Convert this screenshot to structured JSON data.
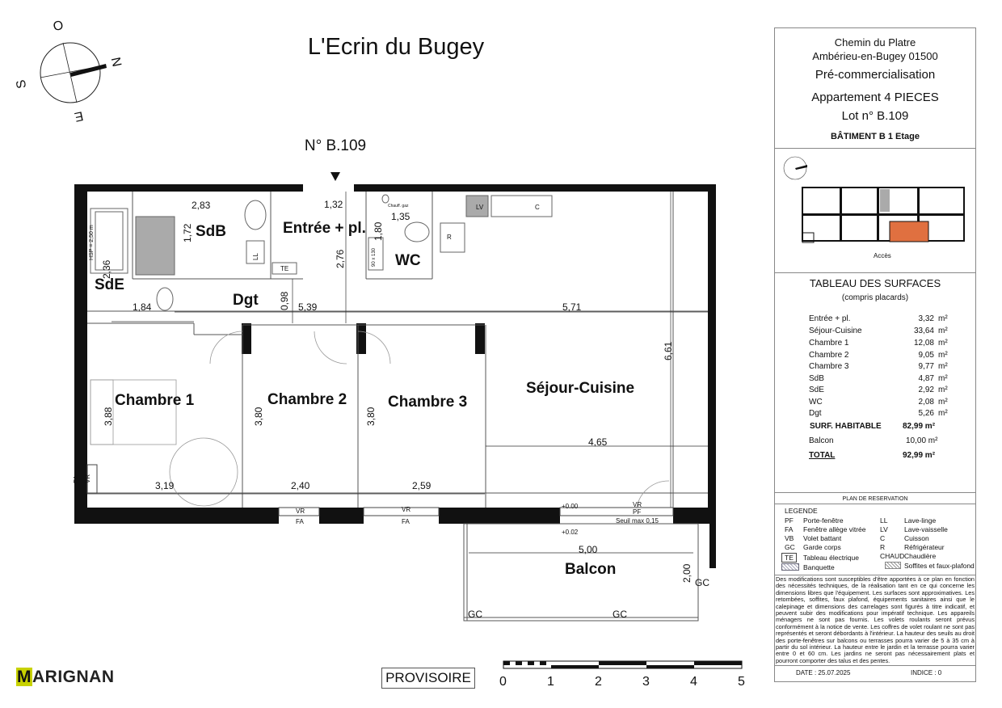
{
  "title": "L'Ecrin du Bugey",
  "lot_label": "N° B.109",
  "compass": {
    "o": "O",
    "n": "N",
    "s": "S",
    "e": "E"
  },
  "rooms": {
    "sde": "SdE",
    "sdb": "SdB",
    "entree": "Entrée + pl.",
    "wc": "WC",
    "dgt": "Dgt",
    "ch1": "Chambre 1",
    "ch2": "Chambre 2",
    "ch3": "Chambre 3",
    "sejour": "Séjour-Cuisine",
    "balcon": "Balcon"
  },
  "dims": {
    "d283": "2,83",
    "d132": "1,32",
    "d135": "1,35",
    "d172": "1,72",
    "d180": "1,80",
    "d236": "2,36",
    "d276": "2,76",
    "d098": "0,98",
    "d184": "1,84",
    "d539": "5,39",
    "d571": "5,71",
    "d661": "6,61",
    "d388": "3,88",
    "d380a": "3,80",
    "d380b": "3,80",
    "d465": "4,65",
    "d319": "3,19",
    "d240": "2,40",
    "d259": "2,59",
    "d500": "5,00",
    "d200": "2,00"
  },
  "fixtures": {
    "lv": "LV",
    "c": "C",
    "r": "R",
    "ll": "LL",
    "te": "TE",
    "hsp": "HSP = 2,50 m",
    "wc_box": "90 x 130",
    "chauff": "Chauff. gaz",
    "fa1": "FA",
    "fa2": "FA",
    "fa3": "FA",
    "vr1": "VR",
    "vr2": "VR",
    "vr3": "VR",
    "vr4": "VR",
    "pf": "PF",
    "seuil": "Seuil max 0,15",
    "lvl1": "+0.00",
    "lvl2": "+0.02",
    "gc1": "GC",
    "gc2": "GC",
    "gc3": "GC"
  },
  "panel": {
    "address1": "Chemin du Platre",
    "address2": "Ambérieu-en-Bugey 01500",
    "status": "Pré-commercialisation",
    "apt": "Appartement 4 PIECES",
    "lot": "Lot n° B.109",
    "building": "BÂTIMENT B 1 Etage",
    "acces": "Accès",
    "table_title": "TABLEAU DES SURFACES",
    "table_sub": "(compris placards)",
    "rows": [
      {
        "label": "Entrée + pl.",
        "value": "3,32",
        "unit": "m²"
      },
      {
        "label": "Séjour-Cuisine",
        "value": "33,64",
        "unit": "m²"
      },
      {
        "label": "Chambre 1",
        "value": "12,08",
        "unit": "m²"
      },
      {
        "label": "Chambre 2",
        "value": "9,05",
        "unit": "m²"
      },
      {
        "label": "Chambre 3",
        "value": "9,77",
        "unit": "m²"
      },
      {
        "label": "SdB",
        "value": "4,87",
        "unit": "m²"
      },
      {
        "label": "SdE",
        "value": "2,92",
        "unit": "m²"
      },
      {
        "label": "WC",
        "value": "2,08",
        "unit": "m²"
      },
      {
        "label": "Dgt",
        "value": "5,26",
        "unit": "m²"
      }
    ],
    "surf_label": "SURF. HABITABLE",
    "surf_value": "82,99 m²",
    "balcon_label": "Balcon",
    "balcon_value": "10,00 m²",
    "total_label": "TOTAL",
    "total_value": "92,99 m²",
    "plan_label": "PLAN DE RESERVATION",
    "legend_title": "LEGENDE",
    "legend_left": [
      {
        "code": "PF",
        "text": "Porte-fenêtre"
      },
      {
        "code": "FA",
        "text": "Fenêtre allège vitrée"
      },
      {
        "code": "VB",
        "text": "Volet battant"
      },
      {
        "code": "GC",
        "text": "Garde corps"
      },
      {
        "code": "TE",
        "text": "Tableau électrique"
      },
      {
        "code": "",
        "text": "Banquette"
      }
    ],
    "legend_right": [
      {
        "code": "LL",
        "text": "Lave-linge"
      },
      {
        "code": "LV",
        "text": "Lave-vaisselle"
      },
      {
        "code": "C",
        "text": "Cuisson"
      },
      {
        "code": "R",
        "text": "Réfrigérateur"
      },
      {
        "code": "CHAUD",
        "text": "Chaudière"
      },
      {
        "code": "",
        "text": "Soffites et faux-plafond"
      }
    ],
    "disclaimer": "Des modifications sont susceptibles d'être apportées à ce plan en fonction des nécessités techniques, de la réalisation tant en ce qui concerne les dimensions libres que l'équipement. Les surfaces sont approximatives. Les retombées, soffites, faux plafond, équipements sanitaires ainsi que le calepinage et dimensions des carrelages sont figurés à titre indicatif, et peuvent subir des modifications pour impératif technique. Les appareils ménagers ne sont pas fournis. Les volets roulants seront prévus conformément à la notice de vente. Les coffres de volet roulant ne sont pas représentés et seront débordants à l'intérieur. La hauteur des seuils au droit des porte-fenêtres sur balcons ou terrasses pourra varier de 5 à 35 cm à partir du sol intérieur. La hauteur entre le jardin et la terrasse pourra varier entre 0 et 60 cm. Les jardins ne seront pas nécessairement plats et pourront comporter des talus et des pentes.",
    "date": "DATE : 25.07.2025",
    "indice": "INDICE : 0",
    "colors": {
      "highlight": "#e07040",
      "grey_block": "#aaaaaa"
    }
  },
  "footer": {
    "brand_m": "M",
    "brand_rest": "ARIGNAN",
    "provisoire": "PROVISOIRE",
    "scale": [
      "0",
      "1",
      "2",
      "3",
      "4",
      "5"
    ]
  }
}
